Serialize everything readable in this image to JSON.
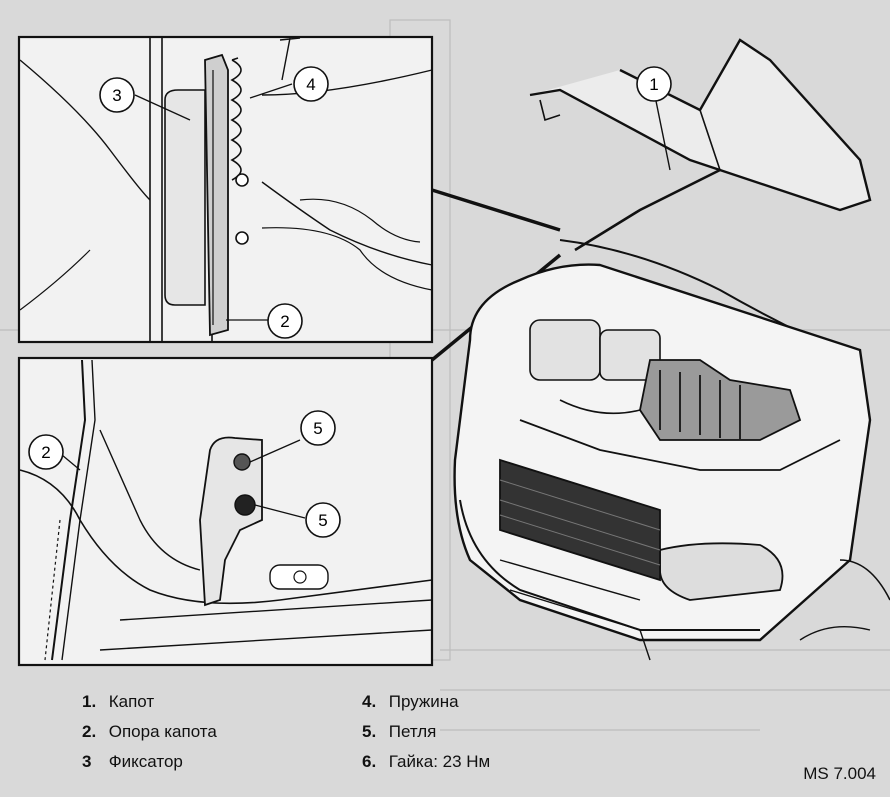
{
  "legend": [
    {
      "num": "1.",
      "label": "Капот"
    },
    {
      "num": "2.",
      "label": "Опора капота"
    },
    {
      "num": "3",
      "label": "Фиксатор"
    },
    {
      "num": "4.",
      "label": "Пружина"
    },
    {
      "num": "5.",
      "label": "Петля"
    },
    {
      "num": "6.",
      "label": "Гайка: 23 Нм"
    }
  ],
  "callouts": {
    "c1": "1",
    "c3": "3",
    "c4": "4",
    "c2_top": "2",
    "c2_bottom": "2",
    "c5_upper": "5",
    "c5_lower": "5"
  },
  "reference_code": "MS 7.004",
  "colors": {
    "background": "#d9d9d9",
    "panel": "#f2f2f2",
    "line": "#111111"
  }
}
